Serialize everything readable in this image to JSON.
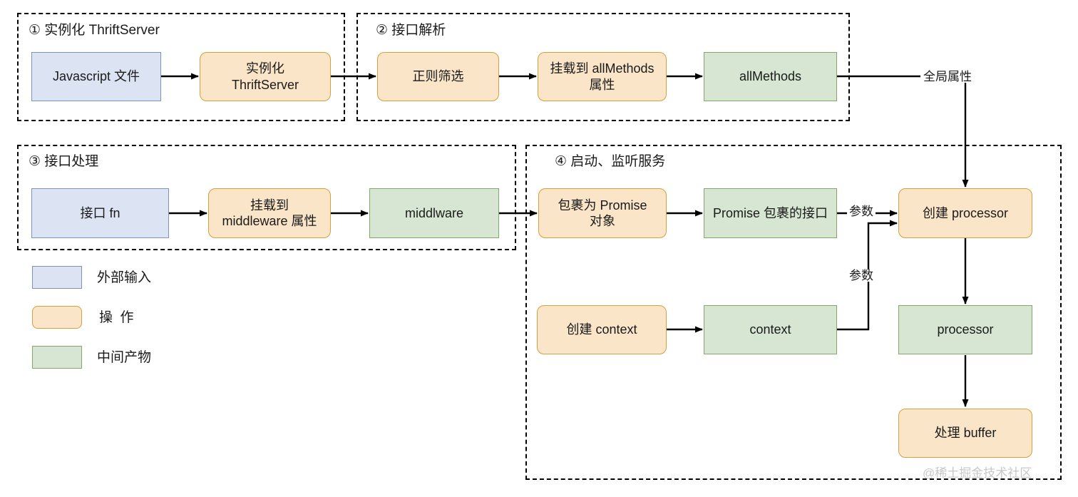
{
  "diagram": {
    "title_watermark": "@稀土掘金技术社区",
    "colors": {
      "blue_fill": "#dce3f2",
      "blue_border": "#7f92bf",
      "orange_fill": "#fbe5c8",
      "orange_border": "#d6a03c",
      "green_fill": "#d6e6d2",
      "green_border": "#82a96b",
      "line": "#000000",
      "background": "#ffffff"
    },
    "groups": [
      {
        "id": "g1",
        "title": "① 实例化 ThriftServer"
      },
      {
        "id": "g2",
        "title": "② 接口解析"
      },
      {
        "id": "g3",
        "title": "③ 接口处理"
      },
      {
        "id": "g4",
        "title": "④ 启动、监听服务"
      }
    ],
    "nodes": [
      {
        "id": "n1",
        "label": "Javascript 文件",
        "type": "blue",
        "group": "g1"
      },
      {
        "id": "n2",
        "label": "实例化\nThriftServer",
        "type": "orange",
        "group": "g1"
      },
      {
        "id": "n3",
        "label": "正则筛选",
        "type": "orange",
        "group": "g2"
      },
      {
        "id": "n4",
        "label": "挂载到 allMethods\n属性",
        "type": "orange",
        "group": "g2"
      },
      {
        "id": "n5",
        "label": "allMethods",
        "type": "green",
        "group": "g2"
      },
      {
        "id": "n6",
        "label": "接口 fn",
        "type": "blue",
        "group": "g3"
      },
      {
        "id": "n7",
        "label": "挂载到\nmiddleware 属性",
        "type": "orange",
        "group": "g3"
      },
      {
        "id": "n8",
        "label": "middlware",
        "type": "green",
        "group": "g3"
      },
      {
        "id": "n9",
        "label": "包裹为 Promise\n对象",
        "type": "orange",
        "group": "g4"
      },
      {
        "id": "n10",
        "label": "Promise 包裹的接口",
        "type": "green",
        "group": "g4"
      },
      {
        "id": "n11",
        "label": "创建 processor",
        "type": "orange",
        "group": "g4"
      },
      {
        "id": "n12",
        "label": "创建 context",
        "type": "orange",
        "group": "g4"
      },
      {
        "id": "n13",
        "label": "context",
        "type": "green",
        "group": "g4"
      },
      {
        "id": "n14",
        "label": "processor",
        "type": "green",
        "group": "g4"
      },
      {
        "id": "n15",
        "label": "处理 buffer",
        "type": "orange",
        "group": "g4"
      }
    ],
    "edge_labels": [
      {
        "id": "e_global",
        "label": "全局属性"
      },
      {
        "id": "e_param_1",
        "label": "参数"
      },
      {
        "id": "e_param_2",
        "label": "参数"
      }
    ],
    "legend": [
      {
        "type": "blue",
        "label": "外部输入"
      },
      {
        "type": "orange",
        "label": "操  作"
      },
      {
        "type": "green",
        "label": "中间产物"
      }
    ]
  }
}
